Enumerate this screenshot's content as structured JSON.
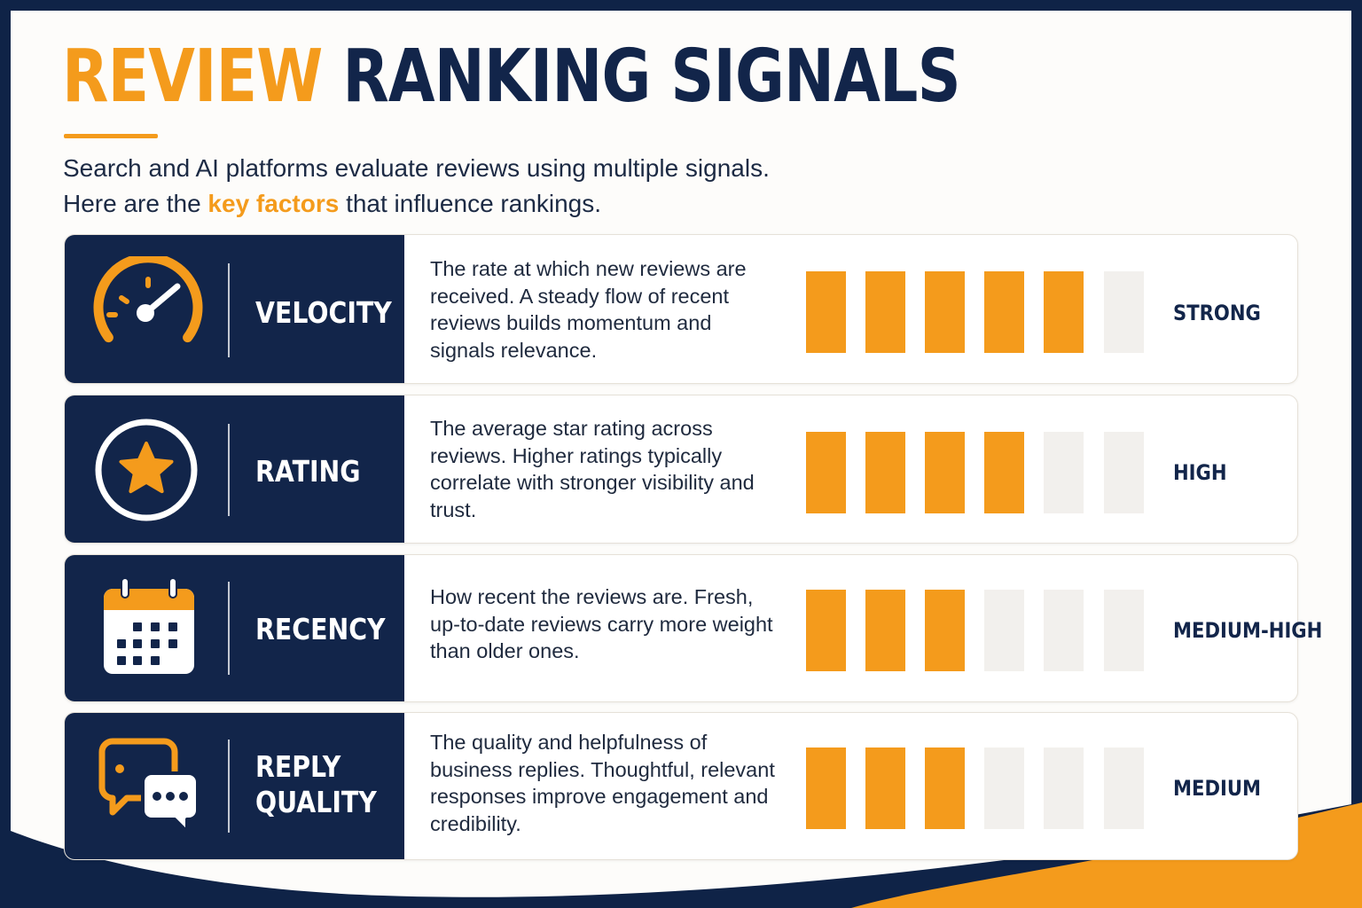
{
  "title": {
    "word1": "REVIEW",
    "word2": "RANKING SIGNALS"
  },
  "subtitle": {
    "line1": "Search and AI platforms evaluate reviews using multiple signals.",
    "line2_before": "Here are the ",
    "line2_highlight": "key factors",
    "line2_after": " that influence rankings."
  },
  "colors": {
    "navy": "#12254a",
    "accent": "#f49b1c",
    "empty_bar": "#f2f0ed",
    "background": "#fdfcfa"
  },
  "factors": [
    {
      "icon": "speedometer-icon",
      "name_lines": [
        "VELOCITY"
      ],
      "description": "The rate at which new reviews are received. A steady flow of recent reviews builds momentum and signals relevance.",
      "filled_bars": 5,
      "total_bars": 6,
      "strength": "STRONG"
    },
    {
      "icon": "star-icon",
      "name_lines": [
        "RATING"
      ],
      "description": "The average star rating across reviews. Higher ratings typically correlate with stronger visibility and trust.",
      "filled_bars": 4,
      "total_bars": 6,
      "strength": "HIGH"
    },
    {
      "icon": "calendar-icon",
      "name_lines": [
        "RECENCY"
      ],
      "description": "How recent the reviews are. Fresh, up-to-date reviews carry more weight than older ones.",
      "filled_bars": 3,
      "total_bars": 6,
      "strength": "MEDIUM-HIGH"
    },
    {
      "icon": "chat-bubbles-icon",
      "name_lines": [
        "REPLY",
        "QUALITY"
      ],
      "description": "The quality and helpfulness of business replies. Thoughtful, relevant responses improve engagement and credibility.",
      "filled_bars": 3,
      "total_bars": 6,
      "strength": "MEDIUM"
    }
  ]
}
